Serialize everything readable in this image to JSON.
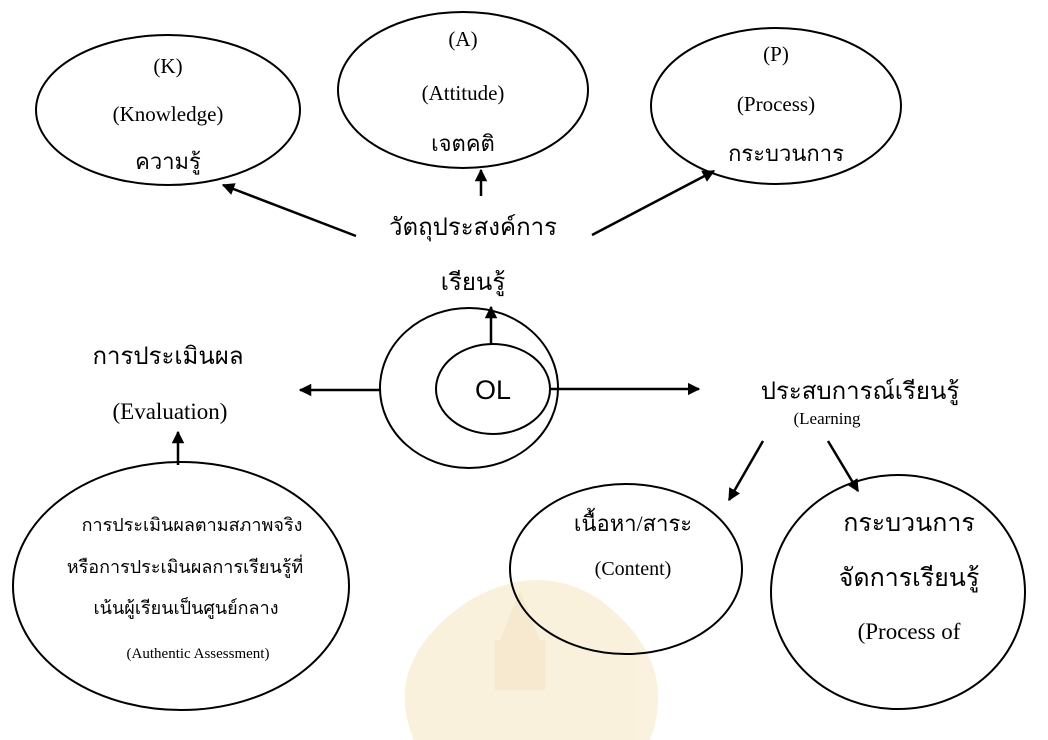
{
  "objective": {
    "line1": "วัตถุประสงค์การ",
    "line2": "เรียนรู้"
  },
  "knowledge": {
    "letter": "(K)",
    "english": "(Knowledge)",
    "thai": "ความรู้"
  },
  "attitude": {
    "letter": "(A)",
    "english": "(Attitude)",
    "thai": "เจตคติ"
  },
  "process": {
    "letter": "(P)",
    "english": "(Process)",
    "thai": "กระบวนการ"
  },
  "center": {
    "label": "OL"
  },
  "evaluation": {
    "thai": "การประเมินผล",
    "english": "(Evaluation)"
  },
  "authentic": {
    "line1": "การประเมินผลตามสภาพจริง",
    "line2": "หรือการประเมินผลการเรียนรู้ที่",
    "line3": "เน้นผู้เรียนเป็นศูนย์กลาง",
    "line4": "(Authentic Assessment)"
  },
  "experience": {
    "thai": "ประสบการณ์เรียนรู้",
    "english": "(Learning"
  },
  "content": {
    "thai": "เนื้อหา/สาระ",
    "english": "(Content)"
  },
  "learning_process": {
    "line1": "กระบวนการ",
    "line2": "จัดการเรียนรู้",
    "line3": "(Process of"
  },
  "colors": {
    "stroke": "#000000",
    "background": "#ffffff",
    "watermark": "#f1d9a0"
  }
}
